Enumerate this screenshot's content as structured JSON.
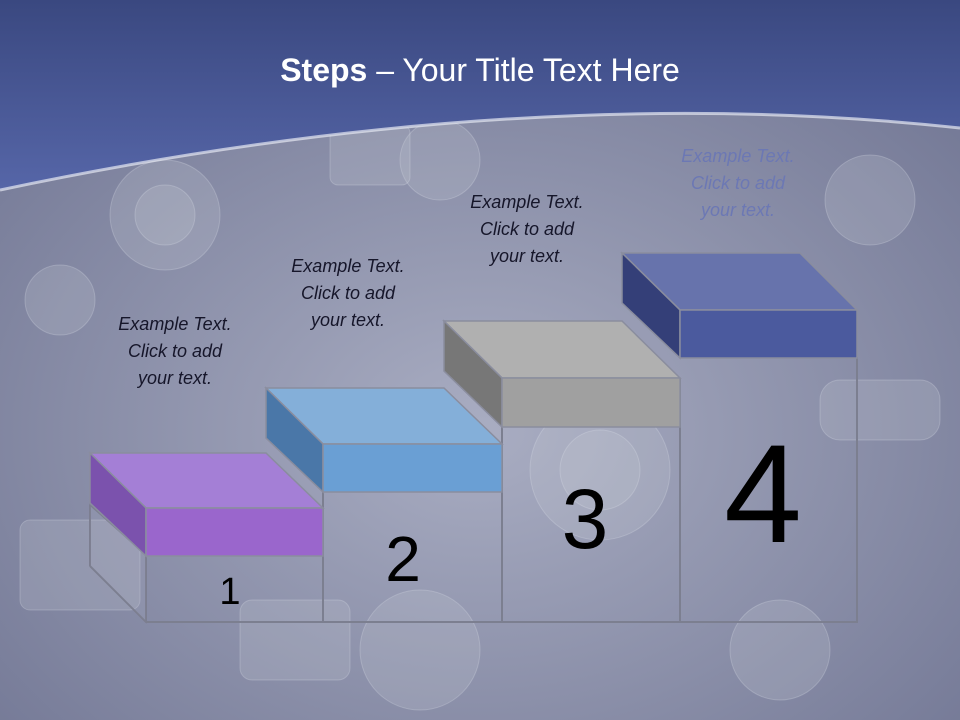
{
  "title": {
    "bold": "Steps",
    "rest": " – Your Title Text Here"
  },
  "steps": [
    {
      "number": "1",
      "text_lines": [
        "Example Text.",
        "Click  to add",
        "your text."
      ],
      "color": "#9a66cc"
    },
    {
      "number": "2",
      "text_lines": [
        "Example Text.",
        "Click  to add",
        "your text."
      ],
      "color": "#6a9fd4"
    },
    {
      "number": "3",
      "text_lines": [
        "Example Text.",
        "Click  to add",
        "your text."
      ],
      "color": "#a0a0a0"
    },
    {
      "number": "4",
      "text_lines": [
        "Example Text.",
        "Click  to add",
        "your text."
      ],
      "color": "#4b5a9e"
    }
  ],
  "colors": {
    "header_blue": "#4a5a9c",
    "background_gray": "#8e93ae"
  }
}
